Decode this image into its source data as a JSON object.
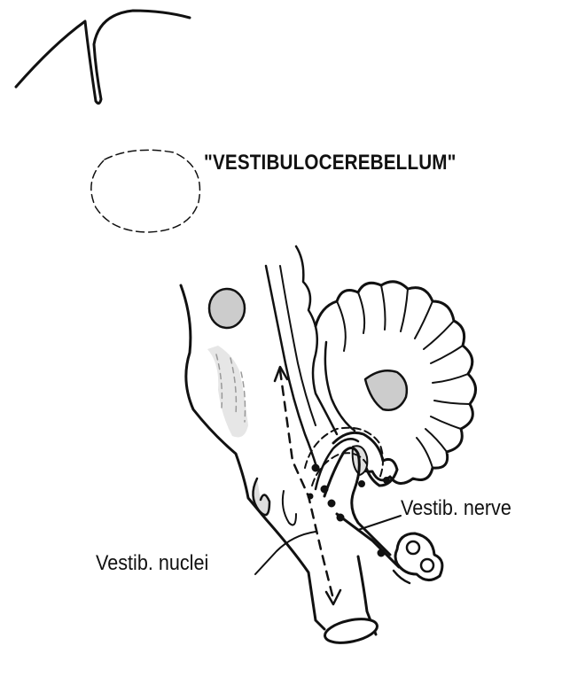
{
  "diagram": {
    "title": "\"VESTIBULOCEREBELLUM\"",
    "labels": {
      "vestib_nerve": "Vestib. nerve",
      "vestib_nuclei": "Vestib. nuclei"
    }
  },
  "colors": {
    "ink": "#111111",
    "shading": "#cccccc",
    "background": "#ffffff"
  }
}
